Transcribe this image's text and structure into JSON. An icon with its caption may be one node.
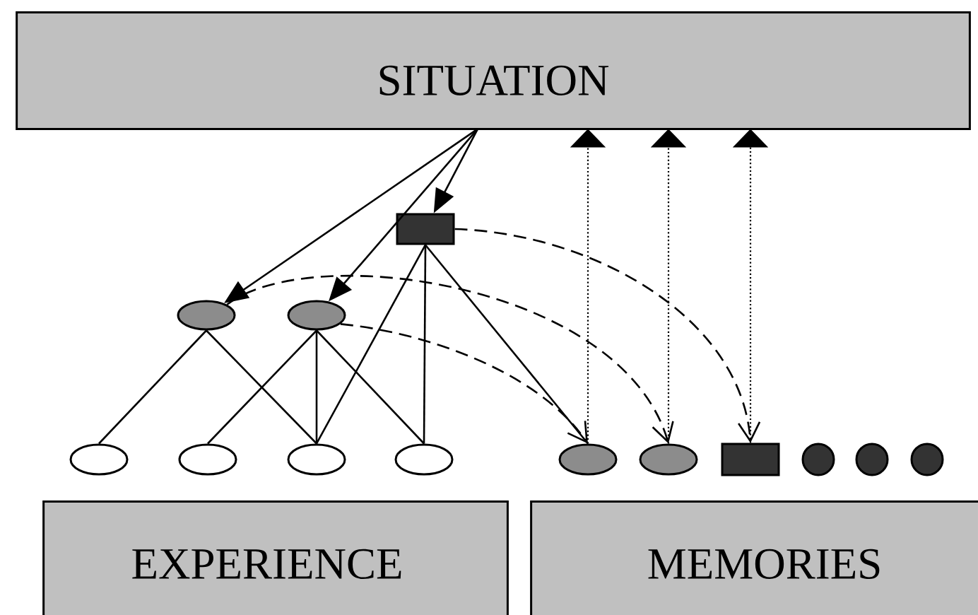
{
  "diagram": {
    "nodes": [
      {
        "text": [
          "SITUATION"
        ]
      },
      {
        "text": [],
        "shape": "ellipse"
      },
      {
        "text": [],
        "shape": "ellipse"
      },
      {
        "text": [],
        "shape": "box"
      },
      {
        "text": [],
        "shape": "ellipse"
      },
      {
        "text": [],
        "shape": "ellipse"
      },
      {
        "text": [],
        "shape": "ellipse"
      },
      {
        "text": [],
        "shape": "ellipse"
      },
      {
        "text": [],
        "shape": "ellipse"
      },
      {
        "text": [],
        "shape": "ellipse"
      },
      {
        "text": [],
        "shape": "box"
      },
      {
        "text": [],
        "shape": "circle"
      },
      {
        "text": [],
        "shape": "circle"
      },
      {
        "text": [],
        "shape": "circle"
      },
      {
        "text": [
          "EXPERIENCE"
        ]
      },
      {
        "text": [
          "MEMORIES"
        ]
      }
    ],
    "edges": [
      {
        "from": 0,
        "to": 1,
        "arrow": "to"
      },
      {
        "from": 0,
        "to": 2,
        "arrow": "to"
      },
      {
        "from": 0,
        "to": 3,
        "arrow": "to"
      },
      {
        "from": 1,
        "to": 4,
        "arrow": "none"
      },
      {
        "from": 1,
        "to": 6,
        "arrow": "none"
      },
      {
        "from": 2,
        "to": 5,
        "arrow": "none"
      },
      {
        "from": 2,
        "to": 6,
        "arrow": "none"
      },
      {
        "from": 2,
        "to": 7,
        "arrow": "none"
      },
      {
        "from": 3,
        "to": 6,
        "arrow": "none"
      },
      {
        "from": 3,
        "to": 7,
        "arrow": "none"
      },
      {
        "from": 3,
        "to": 8,
        "arrow": "none"
      },
      {
        "from": 1,
        "to": 9,
        "arrow": "to",
        "style": "dashed"
      },
      {
        "from": 2,
        "to": 8,
        "arrow": "to",
        "style": "dashed"
      },
      {
        "from": 3,
        "to": 10,
        "arrow": "to",
        "style": "dashed"
      },
      {
        "from": 8,
        "to": 0,
        "arrow": "to",
        "style": "dashed"
      },
      {
        "from": 9,
        "to": 0,
        "arrow": "to",
        "style": "dashed"
      },
      {
        "from": 10,
        "to": 0,
        "arrow": "to",
        "style": "dashed"
      }
    ]
  }
}
